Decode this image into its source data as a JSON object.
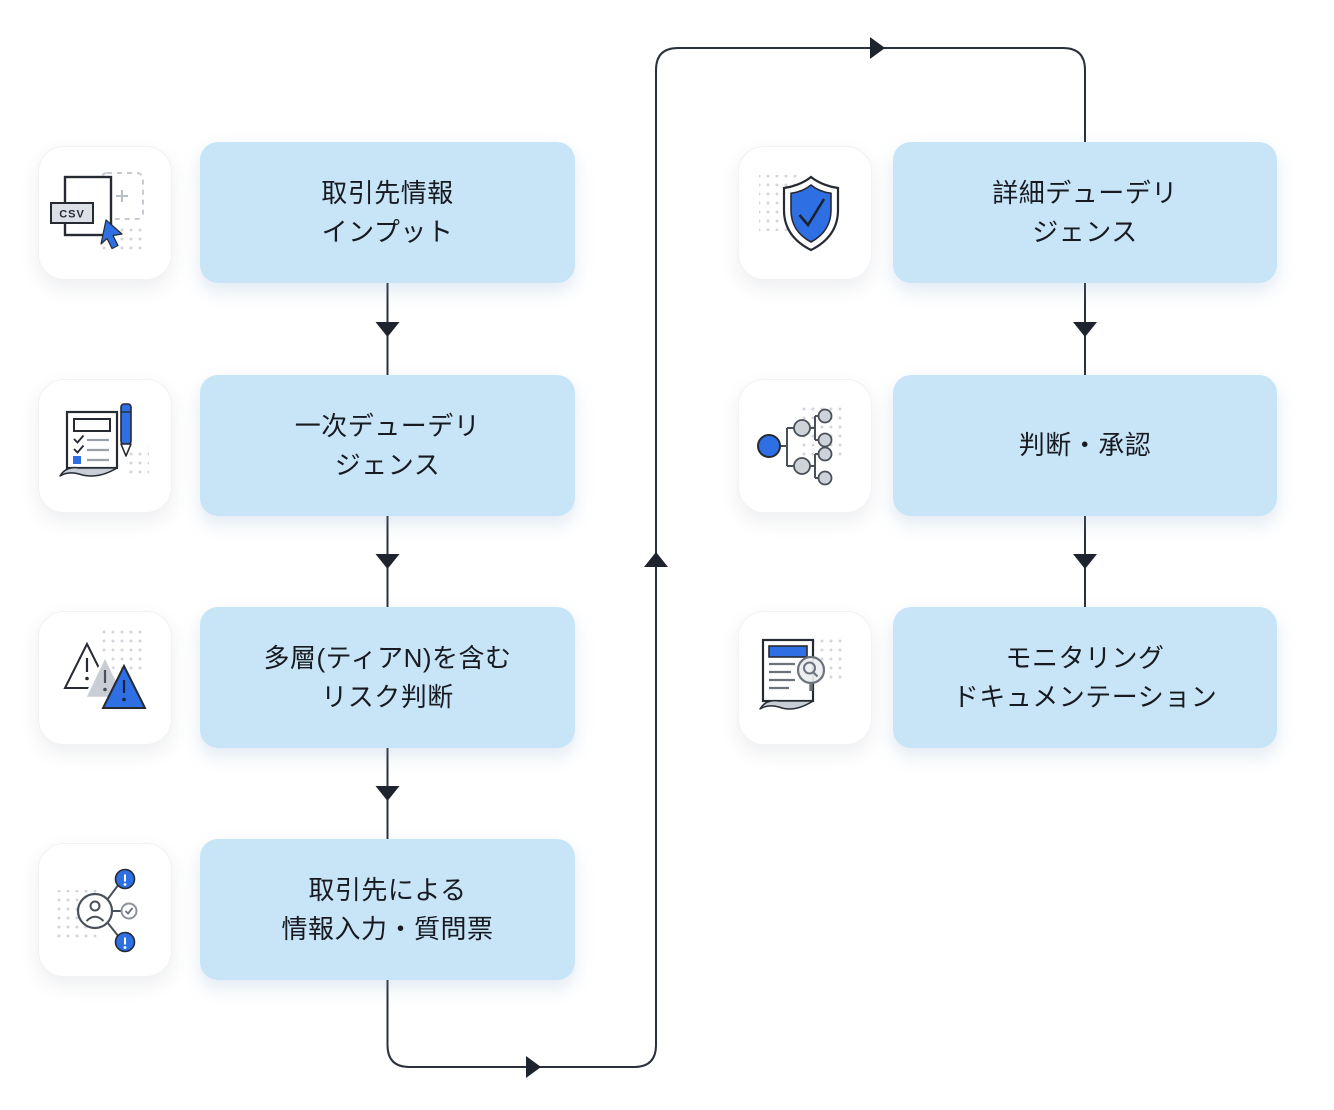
{
  "diagram_type": "workflow-flowchart",
  "colors": {
    "box_fill": "#c8e5f8",
    "accent_blue": "#2f6fe4",
    "connector_line": "#2b313b",
    "arrowhead": "#1e242e",
    "dark_stroke": "#262b33",
    "gray_fill": "#c9ced6",
    "card_background": "#ffffff",
    "text": "#171a20"
  },
  "steps": {
    "left": [
      {
        "icon": "csv-file-import-icon",
        "line1": "取引先情報",
        "line2": "インプット"
      },
      {
        "icon": "checklist-pen-icon",
        "line1": "一次デューデリ",
        "line2": "ジェンス"
      },
      {
        "icon": "warning-triangles-icon",
        "line1": "多層(ティアN)を含む",
        "line2": "リスク判断"
      },
      {
        "icon": "partner-network-icon",
        "line1": "取引先による",
        "line2": "情報入力・質問票"
      }
    ],
    "right": [
      {
        "icon": "shield-check-icon",
        "line1": "詳細デューデリ",
        "line2": "ジェンス"
      },
      {
        "icon": "decision-tree-icon",
        "line1": "判断・承認",
        "line2": ""
      },
      {
        "icon": "document-search-icon",
        "line1": "モニタリング",
        "line2": "ドキュメンテーション"
      }
    ]
  },
  "icon_labels": {
    "csv_badge": "CSV"
  }
}
